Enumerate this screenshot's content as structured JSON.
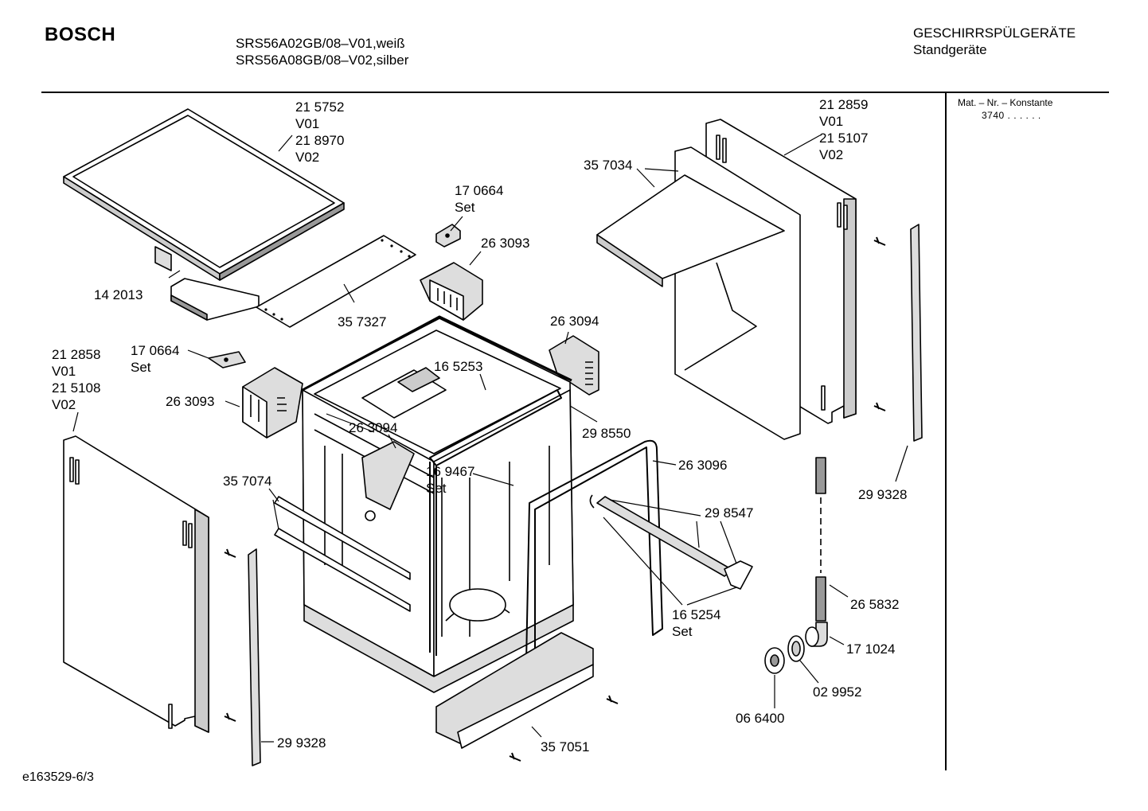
{
  "header": {
    "brand": "BOSCH",
    "models": [
      "SRS56A02GB/08–V01,weiß",
      "SRS56A08GB/08–V02,silber"
    ],
    "category": [
      "GESCHIRRSPÜLGERÄTE",
      "Standgeräte"
    ]
  },
  "side_panel": {
    "title": "Mat. – Nr. – Konstante",
    "value": "3740 . .  . . . ."
  },
  "footer": {
    "doc_id": "e163529-6/3"
  },
  "labels": [
    {
      "id": "215752",
      "text": "21 5752\nV01\n21 8970\nV02"
    },
    {
      "id": "142013",
      "text": "14 2013"
    },
    {
      "id": "357327",
      "text": "35 7327"
    },
    {
      "id": "170664a",
      "text": "17 0664\nSet"
    },
    {
      "id": "263093a",
      "text": "26 3093"
    },
    {
      "id": "263094a",
      "text": "26 3094"
    },
    {
      "id": "212858",
      "text": "21 2858\nV01\n21 5108\nV02"
    },
    {
      "id": "170664b",
      "text": "17 0664\nSet"
    },
    {
      "id": "263093b",
      "text": "26 3093"
    },
    {
      "id": "165253",
      "text": "16 5253"
    },
    {
      "id": "263094b",
      "text": "26 3094"
    },
    {
      "id": "298550",
      "text": "29 8550"
    },
    {
      "id": "357074",
      "text": "35 7074"
    },
    {
      "id": "169467",
      "text": "16 9467\nSet"
    },
    {
      "id": "263096",
      "text": "26 3096"
    },
    {
      "id": "298547",
      "text": "29 8547"
    },
    {
      "id": "165254",
      "text": "16 5254\nSet"
    },
    {
      "id": "357051",
      "text": "35 7051"
    },
    {
      "id": "299328a",
      "text": "29 9328"
    },
    {
      "id": "212859",
      "text": "21 2859\nV01\n21 5107\nV02"
    },
    {
      "id": "357034",
      "text": "35 7034"
    },
    {
      "id": "299328b",
      "text": "29 9328"
    },
    {
      "id": "265832",
      "text": "26 5832"
    },
    {
      "id": "171024",
      "text": "17 1024"
    },
    {
      "id": "029952",
      "text": "02 9952"
    },
    {
      "id": "066400",
      "text": "06 6400"
    }
  ]
}
